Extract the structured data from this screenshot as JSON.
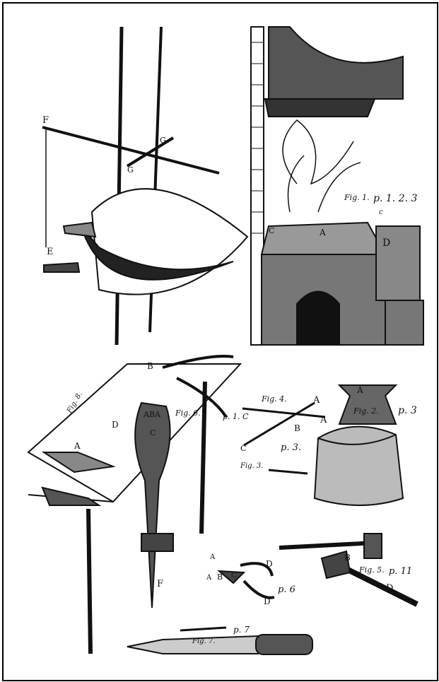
{
  "plate": {
    "fig1": {
      "label": "Fig. 1.",
      "pages": "p. 1. 2. 3"
    },
    "fig2": {
      "label": "Fig. 2.",
      "pages": "p. 3"
    },
    "fig3": {
      "label": "Fig. 3."
    },
    "fig4": {
      "label": "Fig. 4.",
      "pages": "p. 3."
    },
    "fig5": {
      "label": "Fig. 5.",
      "pages": "p. 11"
    },
    "fig6": {
      "label": "Fig. 6.",
      "pages": "p. 1. C"
    },
    "fig7": {
      "label": "Fig. 7.",
      "pages": "p. 7"
    },
    "fig8": {
      "label": "Fig. 8."
    },
    "pincers_pages": "p. 6",
    "letters": {
      "a": "A",
      "b": "B",
      "c": "C",
      "d": "D",
      "e": "E",
      "f": "F",
      "g": "G",
      "c_small": "c"
    }
  }
}
